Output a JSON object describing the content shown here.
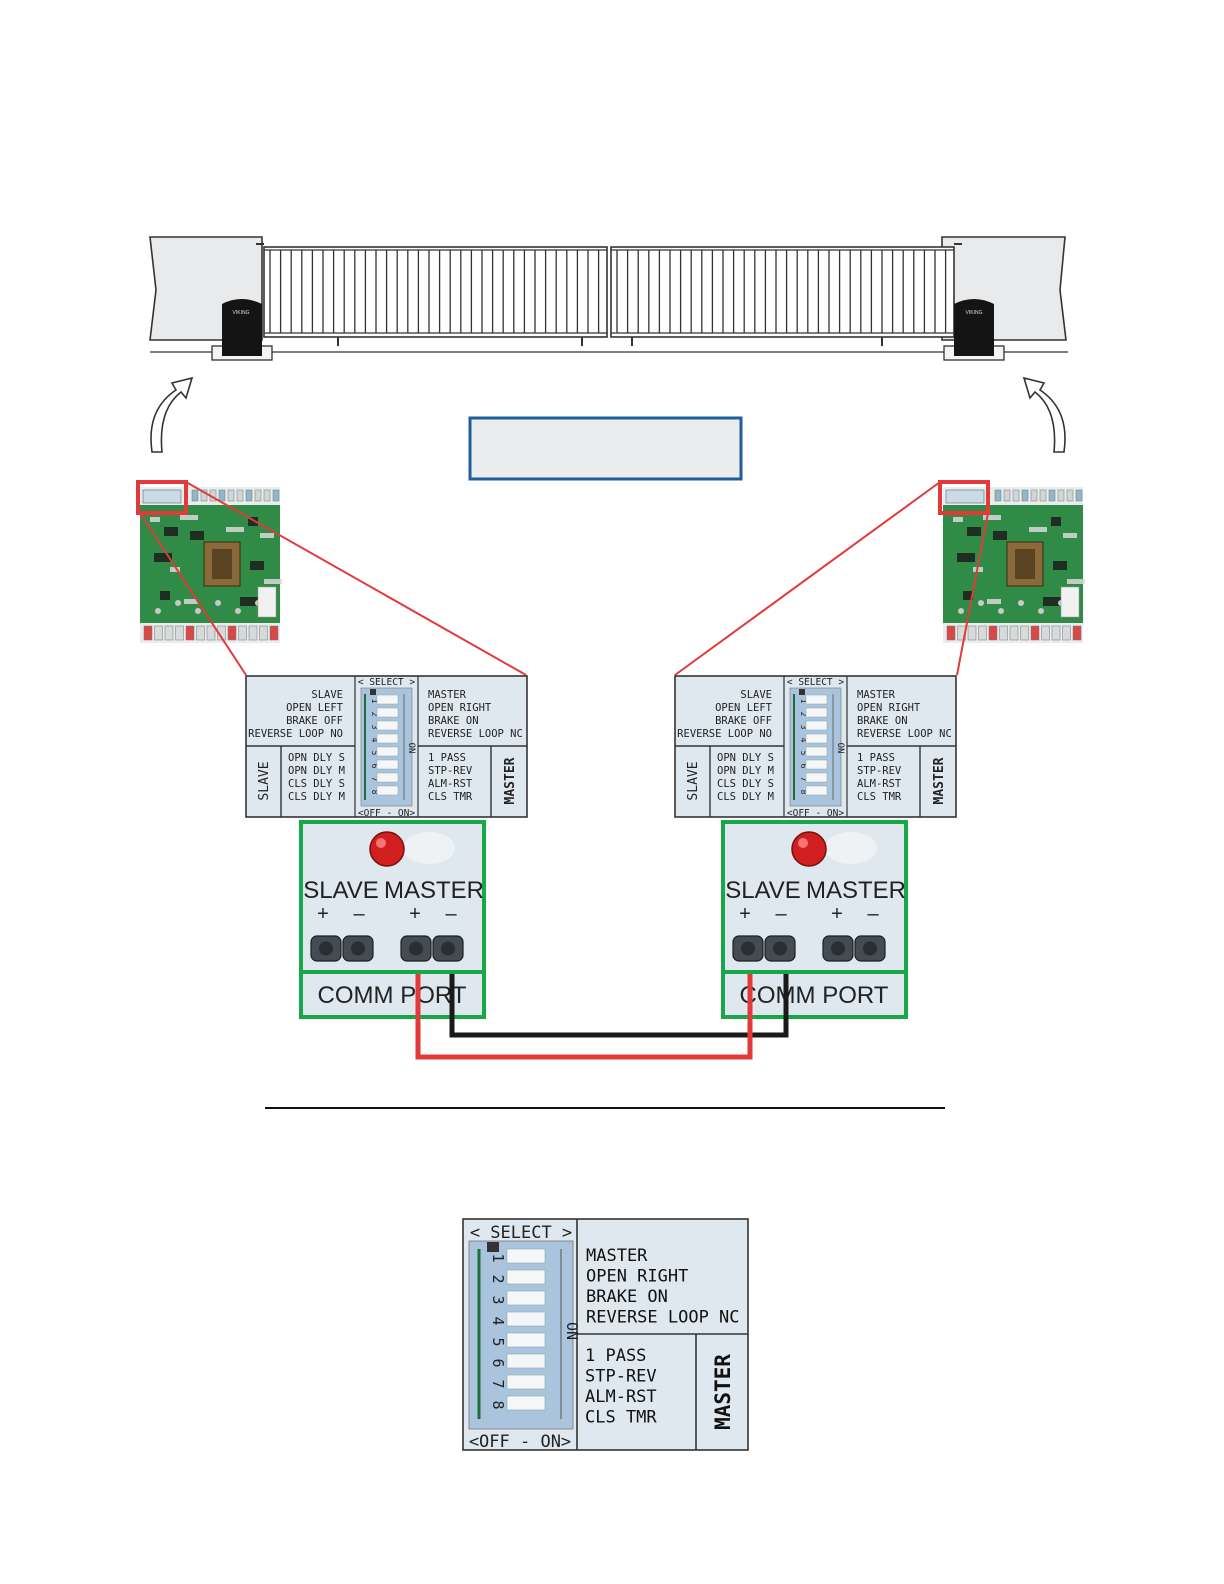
{
  "motor_badge": "VIKING",
  "callout_box_text": "",
  "select_header": "< SELECT >",
  "off_on_footer": "<OFF - ON>",
  "on_label": "ON",
  "switch_numbers": [
    "1",
    "2",
    "3",
    "4",
    "5",
    "6",
    "7",
    "8"
  ],
  "panel_left_top": [
    "SLAVE",
    "OPEN LEFT",
    "BRAKE OFF",
    "REVERSE LOOP NO"
  ],
  "panel_left_bottom": [
    "OPN DLY S",
    "OPN DLY M",
    "CLS DLY S",
    "CLS DLY M"
  ],
  "panel_right_top": [
    "MASTER",
    "OPEN RIGHT",
    "BRAKE ON",
    "REVERSE LOOP NC"
  ],
  "panel_right_bottom": [
    "1 PASS",
    "STP-REV",
    "ALM-RST",
    "CLS TMR"
  ],
  "side_left": "SLAVE",
  "side_right": "MASTER",
  "comm": {
    "slave_label": "SLAVE",
    "master_label": "MASTER",
    "plus": "+",
    "minus": "–",
    "port_label": "COMM PORT"
  },
  "colors": {
    "highlight_red": "#e23a3a",
    "wire_black": "#1a1a1a",
    "comm_border_green": "#18a84a",
    "callout_border_blue": "#1f5f99",
    "panel_bg": "#dfe8ee",
    "pcb_green": "#2f8b45"
  }
}
